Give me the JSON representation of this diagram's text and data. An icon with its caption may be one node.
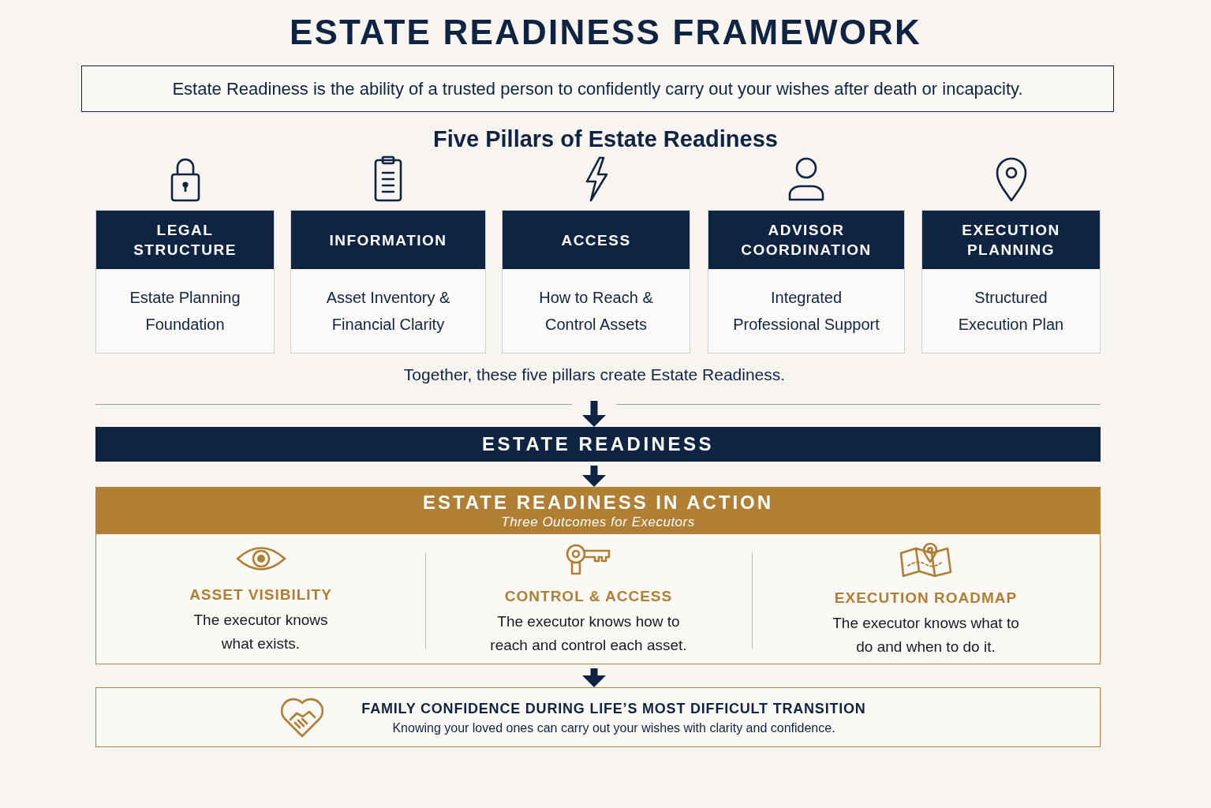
{
  "diagram": {
    "title": "ESTATE READINESS FRAMEWORK",
    "nodes": [
      {
        "text": [
          "Estate Readiness is the ability of a trusted person to confidently carry out your wishes after death or incapacity."
        ]
      },
      {
        "text": [
          "LEGAL STRUCTURE",
          "Estate Planning Foundation"
        ]
      },
      {
        "text": [
          "INFORMATION",
          "Asset Inventory & Financial Clarity"
        ]
      },
      {
        "text": [
          "ACCESS",
          "How to Reach & Control Assets"
        ]
      },
      {
        "text": [
          "ADVISOR COORDINATION",
          "Integrated Professional Support"
        ]
      },
      {
        "text": [
          "EXECUTION PLANNING",
          "Structured Execution Plan"
        ]
      },
      {
        "text": [
          "ESTATE READINESS"
        ]
      },
      {
        "text": [
          "ESTATE READINESS IN ACTION",
          "Three Outcomes for Executors"
        ]
      },
      {
        "text": [
          "ASSET VISIBILITY",
          "The executor knows what exists."
        ],
        "in": 7
      },
      {
        "text": [
          "CONTROL & ACCESS",
          "The executor knows how to reach and control each asset."
        ],
        "in": 7
      },
      {
        "text": [
          "EXECUTION ROADMAP",
          "The executor knows what to do and when to do it."
        ],
        "in": 7
      },
      {
        "text": [
          "FAMILY CONFIDENCE DURING LIFE’S MOST DIFFICULT TRANSITION",
          "Knowing your loved ones can carry out your wishes with clarity and confidence."
        ]
      }
    ],
    "edges": [
      {
        "from": null,
        "to": 6,
        "arrow": "to"
      },
      {
        "from": 6,
        "to": 7,
        "arrow": "to"
      },
      {
        "from": 7,
        "to": 11,
        "arrow": "to"
      }
    ],
    "labels": [
      "Five Pillars of Estate Readiness",
      "Together, these five pillars create Estate Readiness."
    ]
  }
}
